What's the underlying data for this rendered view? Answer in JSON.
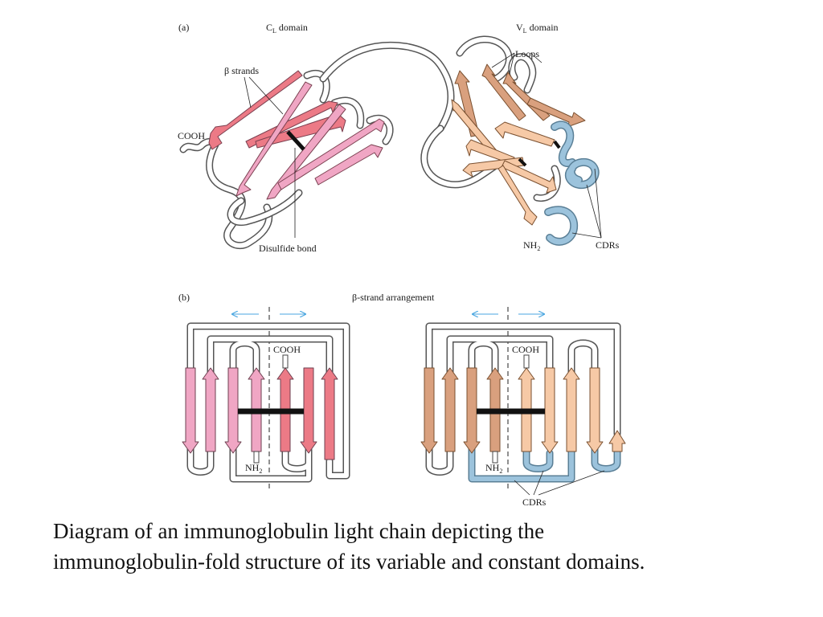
{
  "panel_a": {
    "tag": "(a)",
    "cl_label": {
      "main": "C",
      "sub": "L",
      "rest": " domain"
    },
    "vl_label": {
      "main": "V",
      "sub": "L",
      "rest": " domain"
    },
    "beta_strands": "β strands",
    "cooh": "COOH",
    "disulfide": "Disulfide bond",
    "loops": "Loops",
    "nh2": {
      "main": "NH",
      "sub": "2"
    },
    "cdrs": "CDRs"
  },
  "panel_b": {
    "tag": "(b)",
    "title": "β-strand arrangement",
    "left": {
      "cooh": "COOH",
      "nh2": {
        "main": "NH",
        "sub": "2"
      }
    },
    "right": {
      "cooh": "COOH",
      "nh2": {
        "main": "NH",
        "sub": "2"
      },
      "cdrs": "CDRs"
    }
  },
  "colors": {
    "constant_strand_light": "#f0a6c4",
    "constant_strand_dark": "#ec7a86",
    "variable_strand_dark": "#d9a07e",
    "variable_strand_light": "#f6c9a6",
    "cdr_loop": "#9cc3dc",
    "arrow_blue": "#4aa6e0",
    "bond": "#111111"
  },
  "caption": {
    "line1": "Diagram of an immunoglobulin light chain depicting the",
    "line2": "immunoglobulin-fold structure of its variable and constant domains."
  }
}
